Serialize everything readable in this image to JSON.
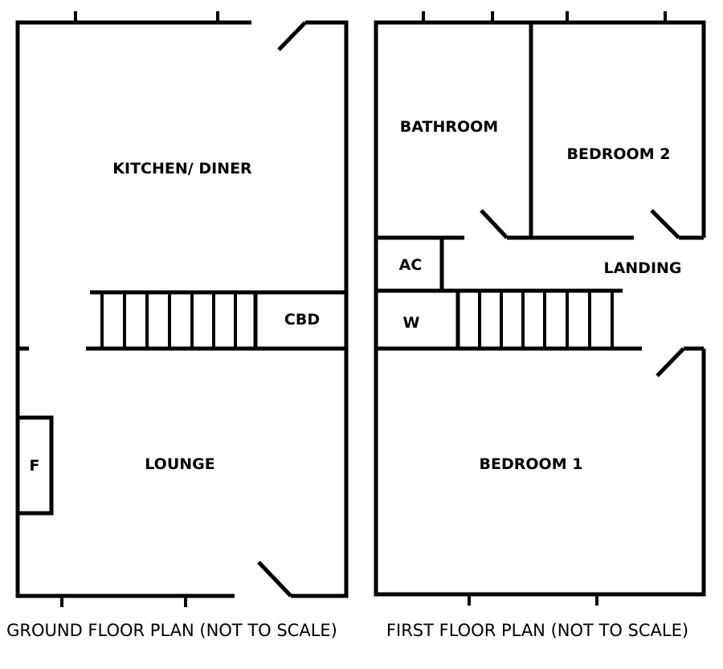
{
  "ground_floor": {
    "caption": "GROUND FLOOR PLAN (NOT TO SCALE)",
    "rooms": {
      "kitchen": "KITCHEN/ DINER",
      "cupboard": "CBD",
      "lounge": "LOUNGE",
      "fireplace": "F"
    }
  },
  "first_floor": {
    "caption": "FIRST FLOOR PLAN (NOT TO SCALE)",
    "rooms": {
      "bathroom": "BATHROOM",
      "bedroom2": "BEDROOM 2",
      "airing_cupboard": "AC",
      "landing": "LANDING",
      "wardrobe": "W",
      "bedroom1": "BEDROOM 1"
    }
  }
}
